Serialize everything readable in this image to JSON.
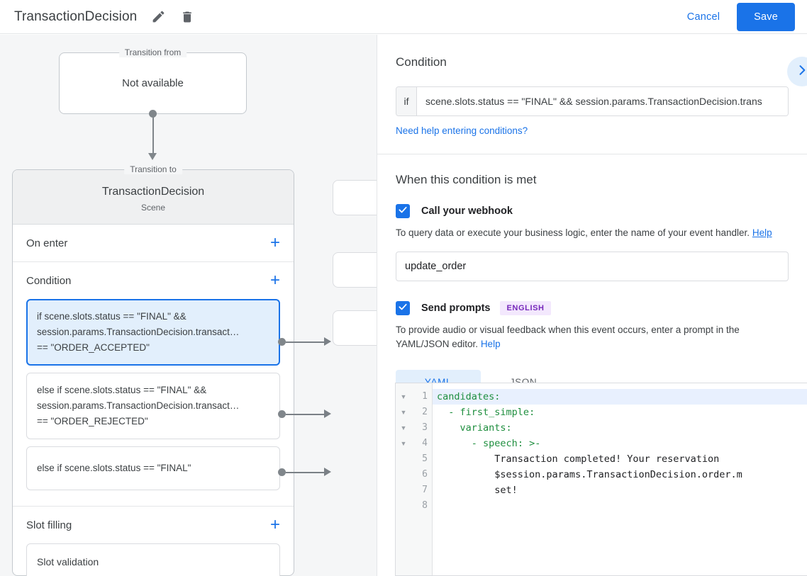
{
  "header": {
    "title": "TransactionDecision",
    "edit_icon": "pencil-icon",
    "delete_icon": "trash-icon",
    "cancel_label": "Cancel",
    "save_label": "Save"
  },
  "graph": {
    "transition_from": {
      "legend": "Transition from",
      "value": "Not available"
    },
    "transition_to": {
      "legend": "Transition to",
      "scene_name": "TransactionDecision",
      "scene_type": "Scene"
    },
    "sections": [
      {
        "title": "On enter",
        "add_label": "+"
      },
      {
        "title": "Condition",
        "add_label": "+"
      },
      {
        "title": "Slot filling",
        "add_label": "+"
      }
    ],
    "conditions": [
      {
        "line1": "if scene.slots.status == \"FINAL\" &&",
        "line2": "session.params.TransactionDecision.transact…",
        "line3": "== \"ORDER_ACCEPTED\"",
        "selected": true
      },
      {
        "line1": "else if scene.slots.status == \"FINAL\" &&",
        "line2": "session.params.TransactionDecision.transact…",
        "line3": "== \"ORDER_REJECTED\"",
        "selected": false
      },
      {
        "line1": "else if scene.slots.status == \"FINAL\"",
        "line2": "",
        "line3": "",
        "selected": false
      }
    ],
    "slot_filling": {
      "item": "Slot validation"
    }
  },
  "right": {
    "condition_heading": "Condition",
    "expand_icon": "chevron-right-icon",
    "if_label": "if",
    "condition_value": "scene.slots.status == \"FINAL\" && session.params.TransactionDecision.trans",
    "condition_help_link": "Need help entering conditions?",
    "met_heading": "When this condition is met",
    "webhook": {
      "checkbox_state": "checked",
      "label": "Call your webhook",
      "description": "To query data or execute your business logic, enter the name of your event handler.",
      "help_label": "Help",
      "handler_value": "update_order"
    },
    "prompts": {
      "checkbox_state": "checked",
      "label": "Send prompts",
      "badge": "ENGLISH",
      "description": "To provide audio or visual feedback when this event occurs, enter a prompt in the YAML/JSON editor.",
      "help_label": "Help",
      "tabs": [
        {
          "label": "YAML",
          "active": true
        },
        {
          "label": "JSON",
          "active": false
        }
      ]
    },
    "editor": {
      "lines": [
        {
          "num": "1",
          "fold": true,
          "key": "candidates",
          "rest": ":",
          "indent": "",
          "highlight": true
        },
        {
          "num": "2",
          "fold": true,
          "key": "- first_simple",
          "rest": ":",
          "indent": "  ",
          "highlight": false
        },
        {
          "num": "3",
          "fold": true,
          "key": "variants",
          "rest": ":",
          "indent": "    ",
          "highlight": false
        },
        {
          "num": "4",
          "fold": true,
          "key": "- speech",
          "rest": ": >-",
          "indent": "      ",
          "highlight": false
        },
        {
          "num": "5",
          "fold": false,
          "key": "",
          "rest": "Transaction completed! Your reservation",
          "indent": "          ",
          "highlight": false
        },
        {
          "num": "6",
          "fold": false,
          "key": "",
          "rest": "$session.params.TransactionDecision.order.m",
          "indent": "          ",
          "highlight": false
        },
        {
          "num": "7",
          "fold": false,
          "key": "",
          "rest": "set!",
          "indent": "          ",
          "highlight": false
        },
        {
          "num": "8",
          "fold": false,
          "key": "",
          "rest": "",
          "indent": "",
          "highlight": false
        }
      ]
    }
  },
  "colors": {
    "accent": "#1a73e8",
    "accent_light": "#e2effc",
    "badge_bg": "#f3e8fd",
    "badge_fg": "#7627bb",
    "panel_bg": "#f5f6f7",
    "yaml_key": "#1e8e3e"
  }
}
